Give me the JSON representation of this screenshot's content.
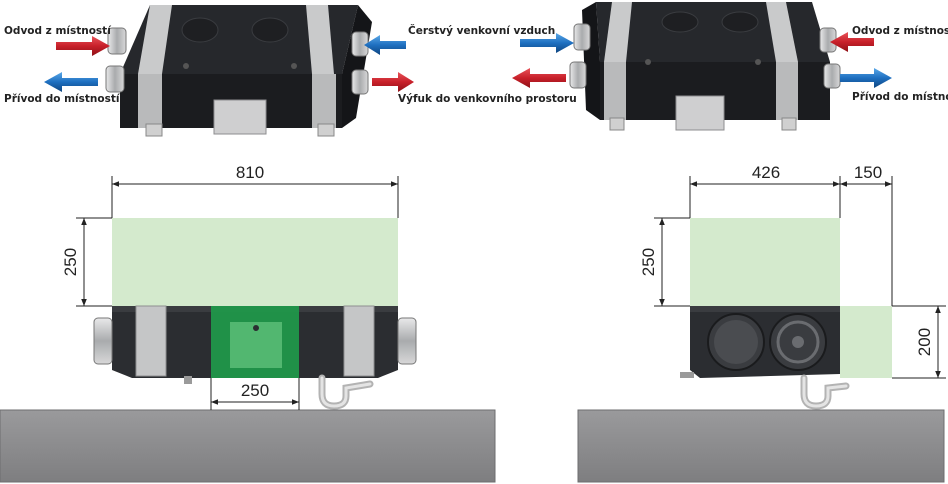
{
  "labels": {
    "left_top_left": "Odvod z místností",
    "left_bottom_left": "Přívod do místností",
    "left_top_right": "Čerstvý venkovní vzduch",
    "left_bottom_right": "Výfuk do venkovního prostoru",
    "right_top_right": "Odvod z místností",
    "right_bottom_right": "Přívod do místností"
  },
  "dimensions": {
    "width_front": "810",
    "height_front": "250",
    "service_width": "250",
    "depth_side": "426",
    "clearance_side": "150",
    "height_side": "250",
    "service_height": "200"
  },
  "colors": {
    "red_arrow": "#c8202a",
    "blue_arrow": "#1e6fc0",
    "unit_body": "#2b2d31",
    "service_zone": "#cfe8c8",
    "access_zone": "#1f9a4a",
    "floor": "#8b8b8d"
  },
  "icons": [
    "red-arrow-icon",
    "blue-arrow-icon",
    "siphon-icon"
  ]
}
